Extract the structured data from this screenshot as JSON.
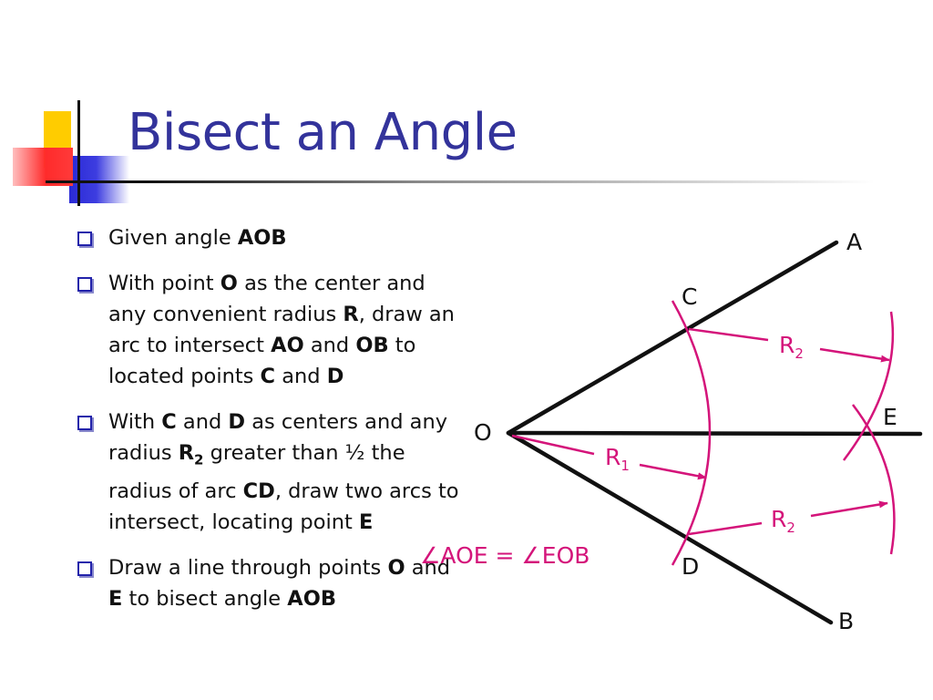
{
  "title": "Bisect an Angle",
  "bullets": [
    {
      "parts": [
        {
          "t": "Given angle "
        },
        {
          "t": "AOB",
          "b": true
        }
      ]
    },
    {
      "parts": [
        {
          "t": "With point "
        },
        {
          "t": "O",
          "b": true
        },
        {
          "t": " as the center and any convenient radius "
        },
        {
          "t": "R",
          "b": true
        },
        {
          "t": ", draw an arc to intersect "
        },
        {
          "t": "AO",
          "b": true
        },
        {
          "t": " and "
        },
        {
          "t": "OB",
          "b": true
        },
        {
          "t": " to located points "
        },
        {
          "t": "C",
          "b": true
        },
        {
          "t": " and "
        },
        {
          "t": "D",
          "b": true
        }
      ]
    },
    {
      "parts": [
        {
          "t": "With "
        },
        {
          "t": "C",
          "b": true
        },
        {
          "t": " and "
        },
        {
          "t": "D",
          "b": true
        },
        {
          "t": " as centers and any radius "
        },
        {
          "t": "R",
          "b": true
        },
        {
          "t": "2",
          "b": true,
          "sub": true
        },
        {
          "t": " greater than ½ the radius of arc "
        },
        {
          "t": "CD",
          "b": true
        },
        {
          "t": ", draw two arcs to intersect, locating point "
        },
        {
          "t": "E",
          "b": true
        }
      ]
    },
    {
      "parts": [
        {
          "t": "Draw a line through points "
        },
        {
          "t": "O",
          "b": true
        },
        {
          "t": " and "
        },
        {
          "t": "E",
          "b": true
        },
        {
          "t": " to bisect angle "
        },
        {
          "t": "AOB",
          "b": true
        }
      ]
    }
  ],
  "diagram": {
    "points": {
      "A": "A",
      "B": "B",
      "C": "C",
      "D": "D",
      "E": "E",
      "O": "O"
    },
    "radius_labels": {
      "r1": {
        "base": "R",
        "sub": "1"
      },
      "r2_top": {
        "base": "R",
        "sub": "2"
      },
      "r2_bottom": {
        "base": "R",
        "sub": "2"
      }
    },
    "equation": "∠AOE = ∠EOB",
    "colors": {
      "construction": "#d4147a",
      "lines": "#111111",
      "title": "#33339b",
      "bullet_box": "#2222aa"
    }
  }
}
